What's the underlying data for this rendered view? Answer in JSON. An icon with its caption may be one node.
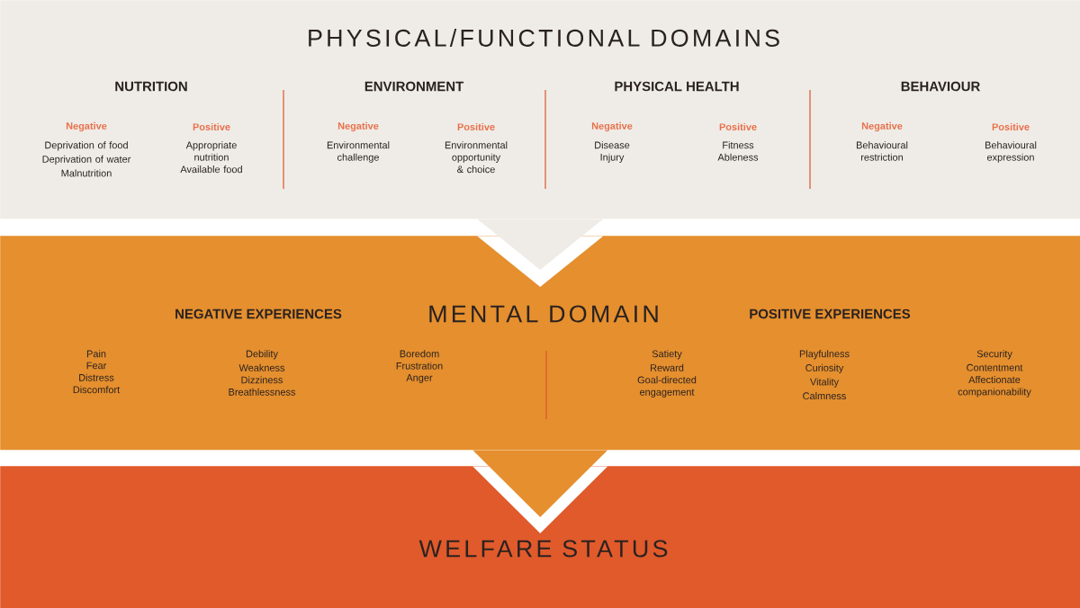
{
  "diagram": {
    "nodes": [
      {
        "text": [
          "PHYSICAL/FUNCTIONAL DOMAINS"
        ]
      },
      {
        "text": [
          "MENTAL DOMAIN"
        ]
      },
      {
        "text": [
          "WELFARE STATUS"
        ]
      }
    ],
    "edges": [
      {
        "from": 0,
        "to": 1,
        "arrow": "to"
      },
      {
        "from": 1,
        "to": 2,
        "arrow": "to"
      }
    ],
    "labels": [
      "NUTRITION",
      "Negative",
      "Deprivation of food",
      "Deprivation of water",
      "Malnutrition",
      "Positive",
      "Appropriate nutrition",
      "Available food",
      "ENVIRONMENT",
      "Negative",
      "Environmental challenge",
      "Positive",
      "Environmental opportunity & choice",
      "PHYSICAL HEALTH",
      "Negative",
      "Disease",
      "Injury",
      "Positive",
      "Fitness",
      "Ableness",
      "BEHAVIOUR",
      "Negative",
      "Behavioural restriction",
      "Positive",
      "Behavioural expression",
      "NEGATIVE EXPERIENCES",
      "POSITIVE EXPERIENCES",
      "Pain",
      "Fear",
      "Distress",
      "Discomfort",
      "Debility",
      "Weakness",
      "Dizziness",
      "Breathlessness",
      "Boredom",
      "Frustration",
      "Anger",
      "Satiety",
      "Reward",
      "Goal-directed engagement",
      "Playfulness",
      "Curiosity",
      "Vitality",
      "Calmness",
      "Security",
      "Contentment",
      "Affectionate companionability"
    ]
  }
}
